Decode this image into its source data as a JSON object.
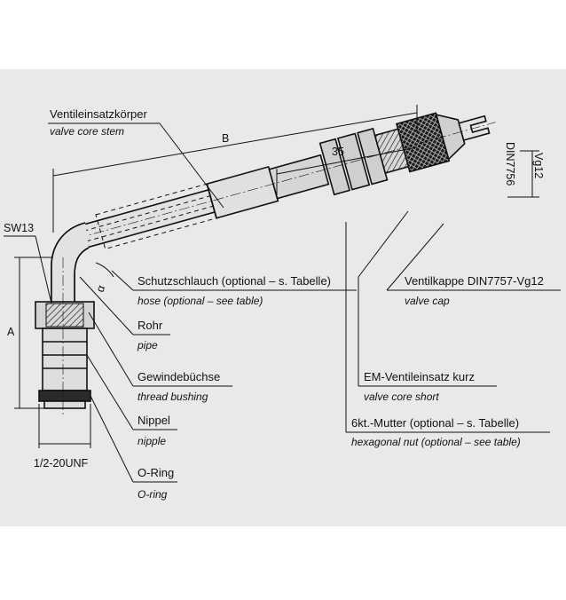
{
  "labels": {
    "valve_core_stem_de": "Ventileinsatzkörper",
    "valve_core_stem_en": "valve core stem",
    "hose_de": "Schutzschlauch (optional – s. Tabelle)",
    "hose_en": "hose (optional – see table)",
    "pipe_de": "Rohr",
    "pipe_en": "pipe",
    "thread_bushing_de": "Gewindebüchse",
    "thread_bushing_en": "thread bushing",
    "nipple_de": "Nippel",
    "nipple_en": "nipple",
    "o_ring_de": "O-Ring",
    "o_ring_en": "O-ring",
    "valve_cap_de": "Ventilkappe DIN7757-Vg12",
    "valve_cap_en": "valve cap",
    "valve_core_short_de": "EM-Ventileinsatz kurz",
    "valve_core_short_en": "valve core short",
    "hex_nut_de": "6kt.-Mutter (optional – s. Tabelle)",
    "hex_nut_en": "hexagonal nut (optional – see table)"
  },
  "dimensions": {
    "b": "B",
    "d35": "35",
    "a": "A",
    "alpha": "α",
    "sw13": "SW13",
    "thread": "1/2-20UNF",
    "vg12": "Vg12",
    "din7756": "DIN7756"
  },
  "colors": {
    "panel": "#e9e9e9",
    "line": "#111111",
    "part_fill": "#dcdcdc",
    "dark_fill": "#2a2a2a"
  }
}
